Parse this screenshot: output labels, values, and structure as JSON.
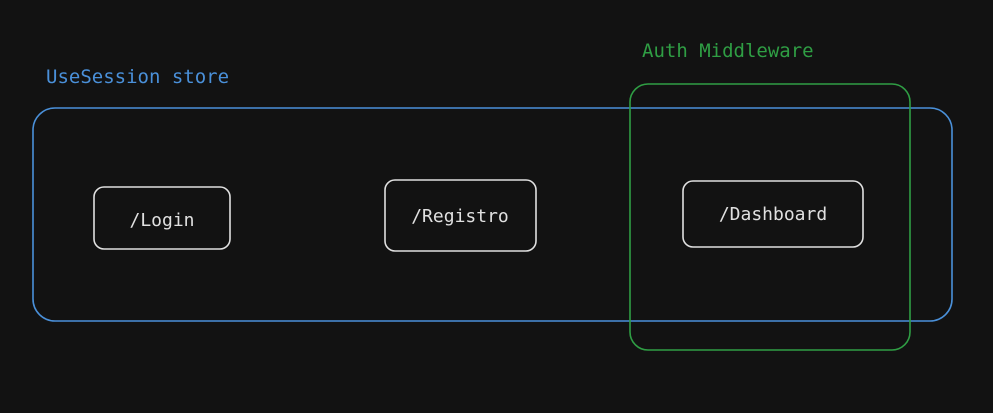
{
  "diagram": {
    "background": "#121212",
    "groups": {
      "session_store": {
        "label": "UseSession store",
        "color": "#4a90d9"
      },
      "auth_middleware": {
        "label": "Auth Middleware",
        "color": "#2f9e44"
      }
    },
    "nodes": {
      "login": {
        "label": "/Login",
        "color": "#e0e0e0"
      },
      "registro": {
        "label": "/Registro",
        "color": "#e0e0e0"
      },
      "dashboard": {
        "label": "/Dashboard",
        "color": "#e0e0e0"
      }
    }
  }
}
